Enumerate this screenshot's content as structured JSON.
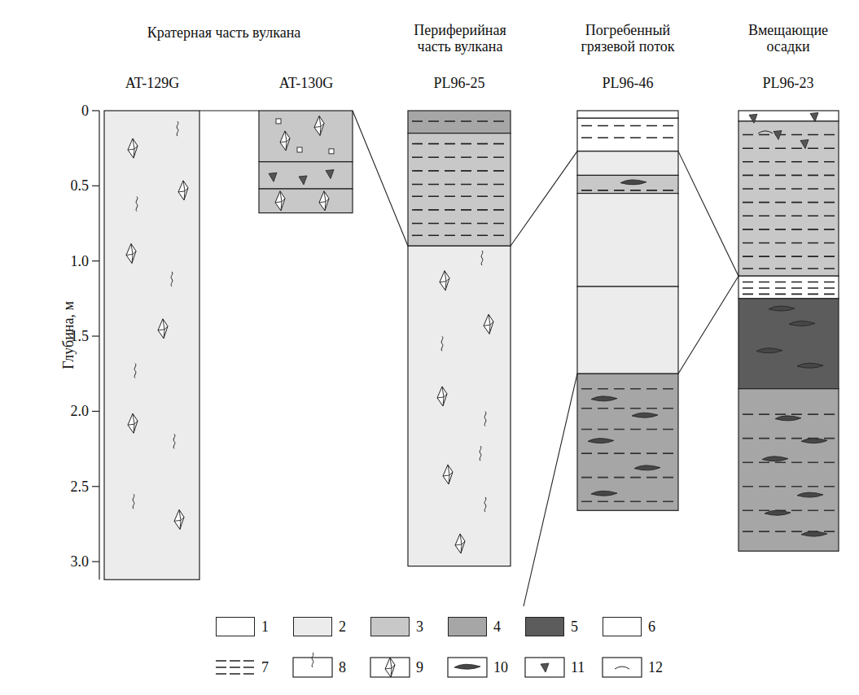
{
  "diagram": {
    "labels": [
      "Кратерная часть вулкана",
      "Периферийная часть вулкана",
      "Погребенный грязевой поток",
      "Вмещающие осадки",
      "AT-129G",
      "AT-130G",
      "PL96-25",
      "PL96-46",
      "PL96-23",
      "Глубина, м",
      "0",
      "0.5",
      "1.0",
      "1.5",
      "2.0",
      "2.5",
      "3.0"
    ],
    "legend": [
      {
        "text": "1",
        "color": "#ffffff"
      },
      {
        "text": "2",
        "color": "#ececec"
      },
      {
        "text": "3",
        "color": "#c8c8c8"
      },
      {
        "text": "4",
        "color": "#a6a6a6"
      },
      {
        "text": "5",
        "color": "#5c5c5c"
      },
      {
        "text": "6",
        "color": "#ffffff"
      },
      {
        "text": "7"
      },
      {
        "text": "8"
      },
      {
        "text": "9"
      },
      {
        "text": "10"
      },
      {
        "text": "11"
      },
      {
        "text": "12"
      }
    ]
  }
}
